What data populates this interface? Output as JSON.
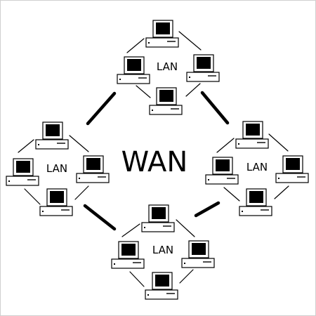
{
  "diagram": {
    "wan_label": "WAN",
    "lans": [
      {
        "id": "top",
        "label": "LAN"
      },
      {
        "id": "left",
        "label": "LAN"
      },
      {
        "id": "right",
        "label": "LAN"
      },
      {
        "id": "bottom",
        "label": "LAN"
      }
    ],
    "computers_per_lan": 4,
    "colors": {
      "line": "#000000",
      "screen": "#000000",
      "background": "#ffffff",
      "border": "#cfcfcf"
    }
  }
}
